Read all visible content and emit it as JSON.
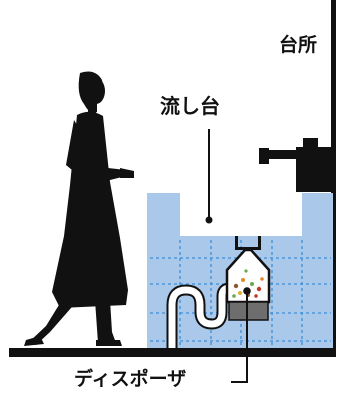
{
  "labels": {
    "kitchen": "台所",
    "sink": "流し台",
    "disposer": "ディスポーザ"
  },
  "colors": {
    "ink": "#111111",
    "cabinet_fill": "#a9c8ea",
    "cabinet_grid": "#3d8fd6",
    "unit_body": "#ffffff",
    "unit_base": "#6e6e6e",
    "pipe": "#ffffff"
  },
  "icons": {
    "person": "woman-silhouette",
    "faucet": "faucet-icon",
    "disposer": "disposer-unit-icon"
  }
}
